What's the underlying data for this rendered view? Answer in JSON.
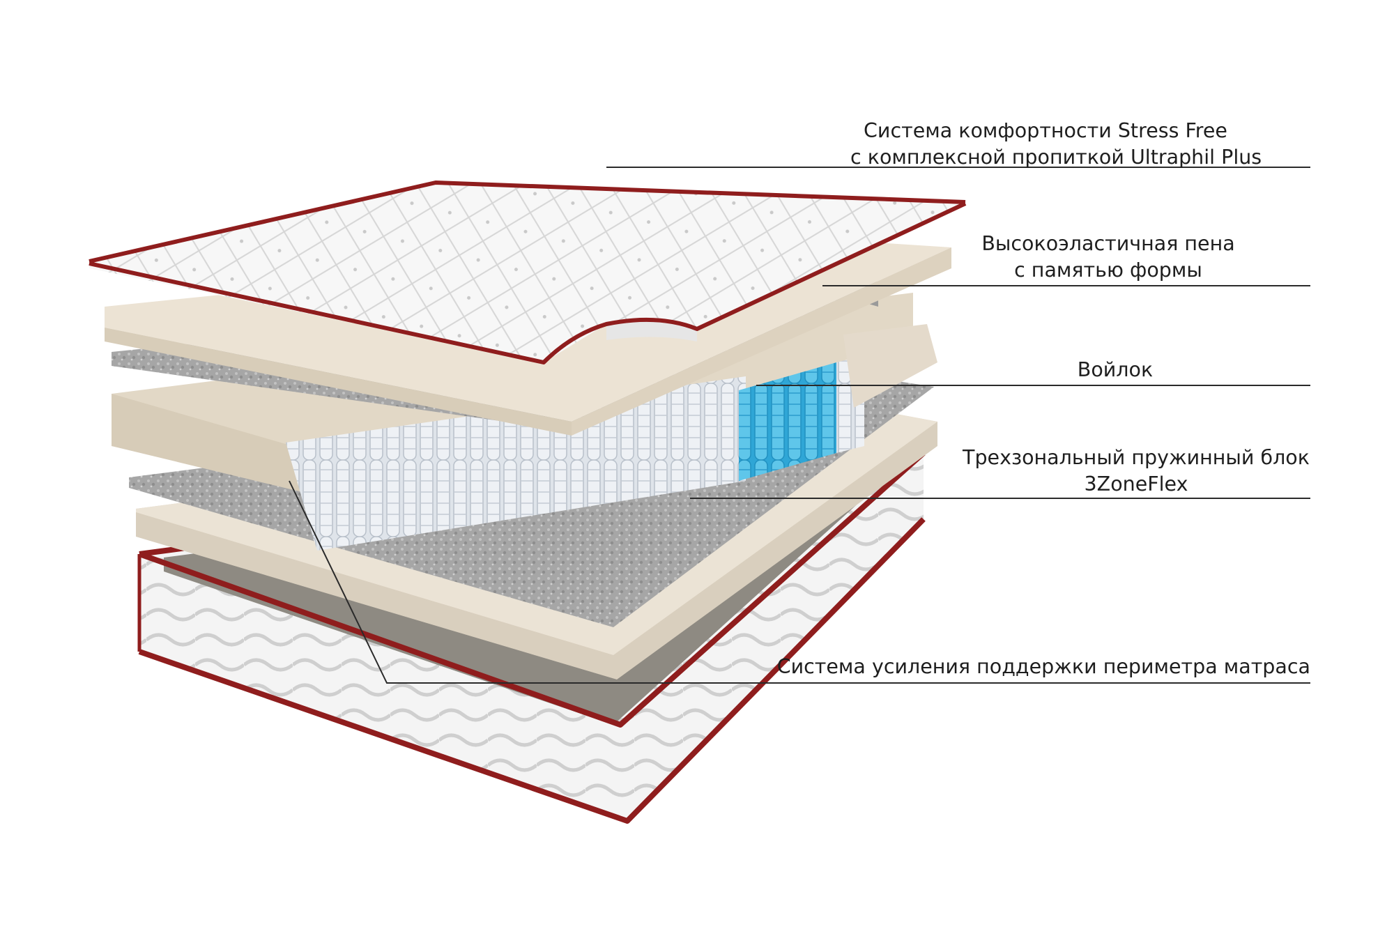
{
  "labels": {
    "stress_free": [
      "Система комфортности Stress Free",
      "с комплексной пропиткой Ultraphil Plus"
    ],
    "memory_foam": [
      "Высокоэластичная пена",
      "с памятью формы"
    ],
    "felt": [
      "Войлок"
    ],
    "spring_block": [
      "Трехзональный пружинный блок",
      "3ZoneFlex"
    ],
    "perimeter": [
      "Система усиления поддержки периметра матраса"
    ]
  },
  "colors": {
    "piping": "#8f1d1d",
    "foam": "#e8dfd0",
    "felt": "#a9a9a9",
    "spring_white": "#e9edf2",
    "spring_blue": "#3fb6e0",
    "cover": "#f5f5f5",
    "leader_line": "#2a2a2a"
  }
}
